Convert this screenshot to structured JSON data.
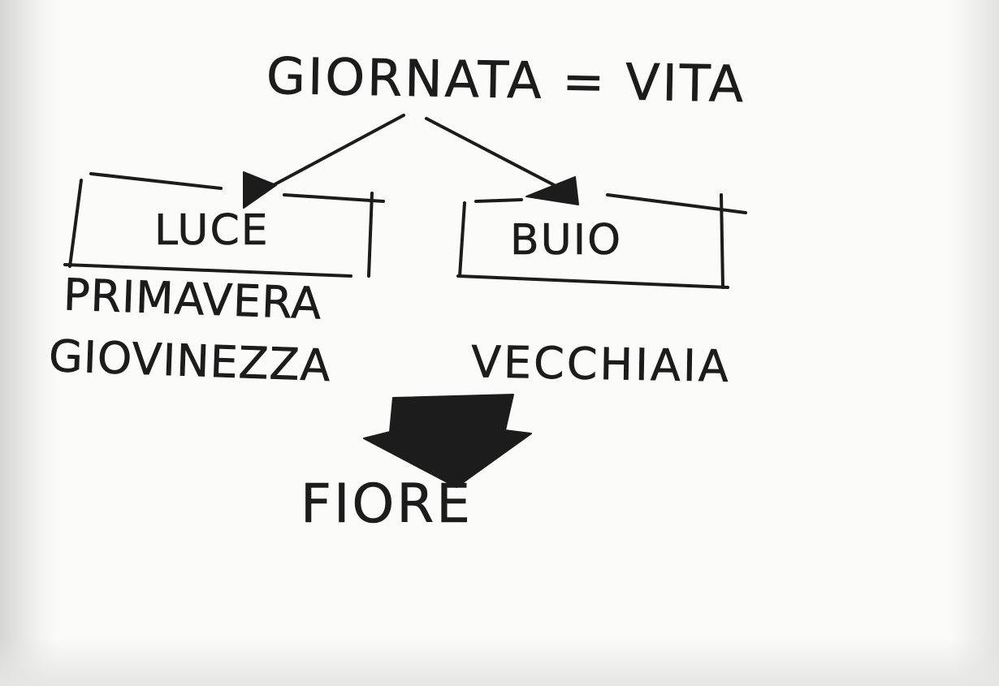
{
  "diagram": {
    "title": "GIORNATA = VITA",
    "boxes": {
      "left": "LUCE",
      "right": "BUIO"
    },
    "words": {
      "primavera": "PRIMAVERA",
      "giovinezza": "GIOVINEZZA",
      "vecchiaia": "VECCHIAIA",
      "fiore": "FIORE"
    },
    "ink_color": "#1c1c1c",
    "paper_color": "#fbfbfa"
  }
}
